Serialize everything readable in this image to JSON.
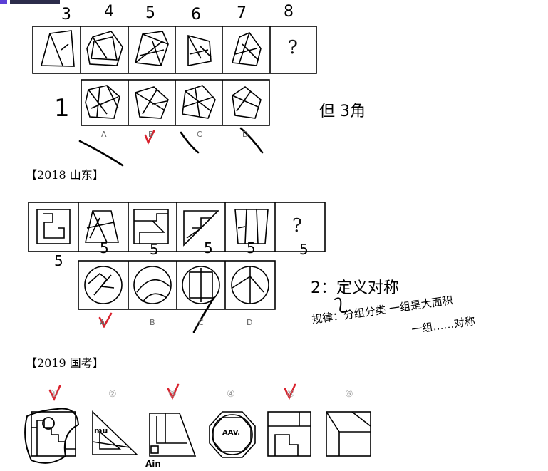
{
  "header": {
    "title_fragment": "…"
  },
  "problem1": {
    "hand_numbers": [
      "3",
      "4",
      "5",
      "6",
      "7",
      "8"
    ],
    "question_mark": "?",
    "options": [
      "A",
      "B",
      "C",
      "D"
    ],
    "hand_left": "1",
    "side_note": "但 3角"
  },
  "problem2": {
    "source": "【2018 山东】",
    "question_mark": "?",
    "hand_numbers": [
      "5",
      "5",
      "5",
      "5",
      "5",
      "5"
    ],
    "options": [
      "A",
      "B",
      "C",
      "D"
    ],
    "note_line1": "2：定义对称",
    "note_line2": "规律：分组分类 一组是大面积",
    "note_line3": "一组……对称"
  },
  "problem3": {
    "source": "【2019 国考】",
    "circled_numbers": [
      "①",
      "②",
      "③",
      "④",
      "⑤",
      "⑥"
    ],
    "hand_label_a": "mu",
    "hand_label_b": "Ain",
    "hand_label_c": "AAV."
  },
  "colors": {
    "check_red": "#d9232e",
    "ink": "#000000",
    "header_purple": "#5b3fd6"
  }
}
